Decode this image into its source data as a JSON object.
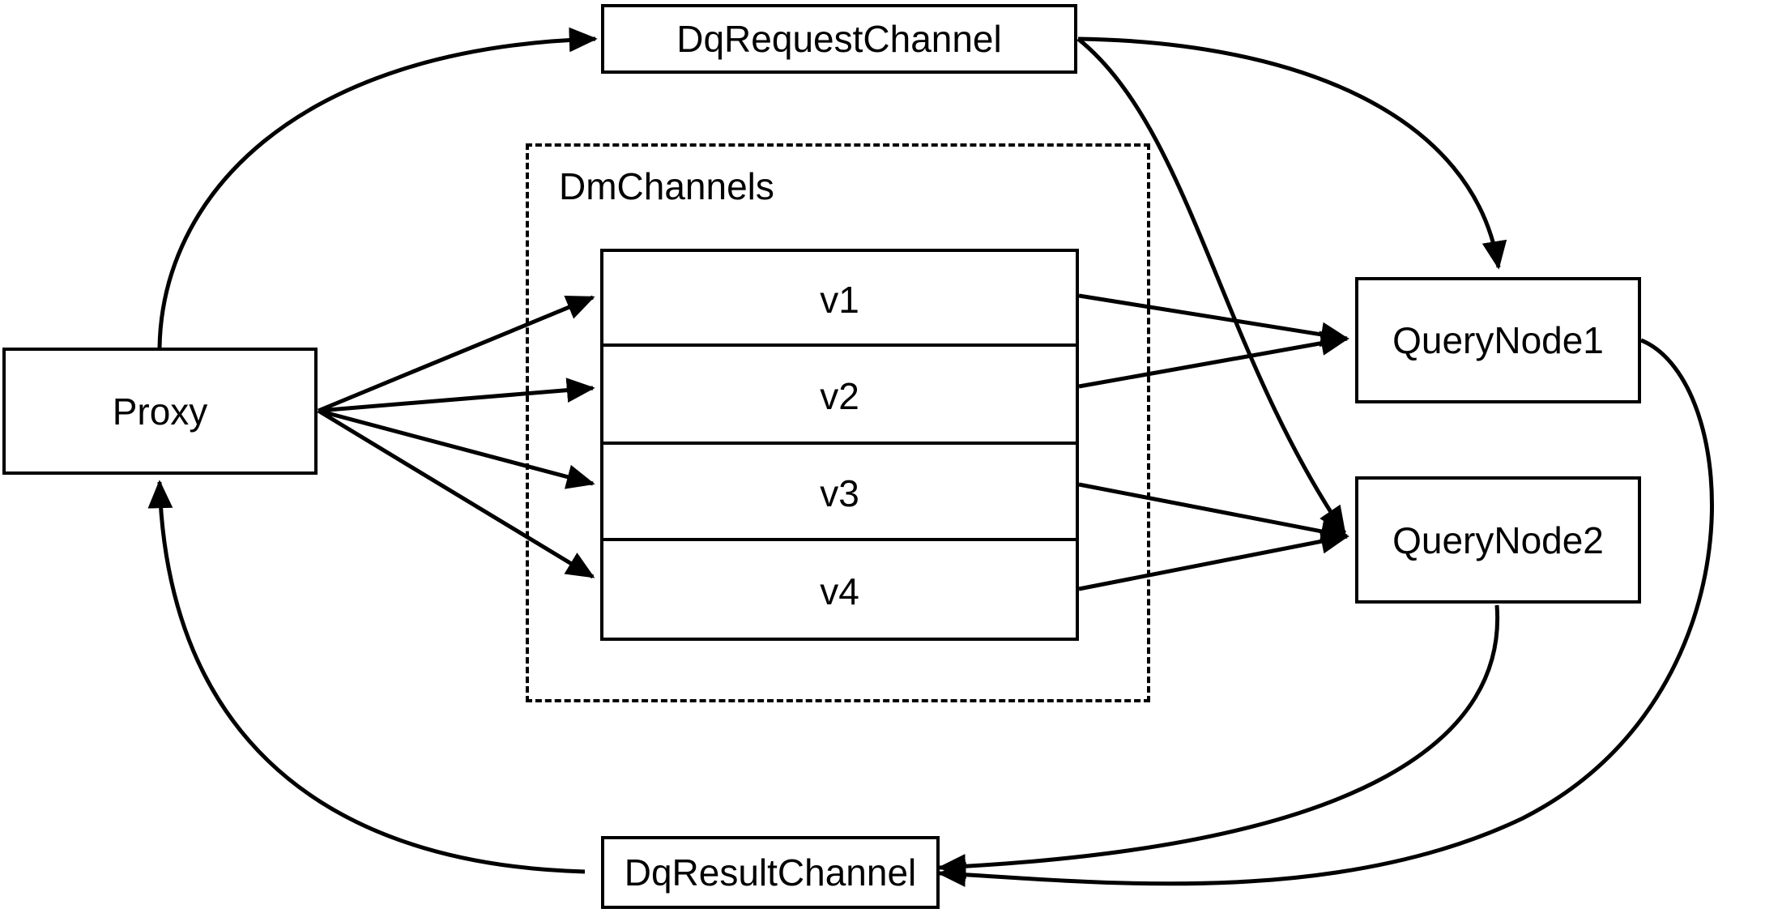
{
  "diagram": {
    "title": "Milvus distributed query channel topology",
    "background_color": "#ffffff",
    "stroke_color": "#000000",
    "nodes": {
      "proxy": {
        "label": "Proxy"
      },
      "dq_request_channel": {
        "label": "DqRequestChannel"
      },
      "dq_result_channel": {
        "label": "DqResultChannel"
      },
      "query_node_1": {
        "label": "QueryNode1"
      },
      "query_node_2": {
        "label": "QueryNode2"
      }
    },
    "group": {
      "label": "DmChannels",
      "style": "dashed",
      "channels": [
        {
          "label": "v1"
        },
        {
          "label": "v2"
        },
        {
          "label": "v3"
        },
        {
          "label": "v4"
        }
      ]
    },
    "edges": [
      {
        "from": "Proxy",
        "to": "DqRequestChannel"
      },
      {
        "from": "Proxy",
        "to": "v1"
      },
      {
        "from": "Proxy",
        "to": "v2"
      },
      {
        "from": "Proxy",
        "to": "v3"
      },
      {
        "from": "Proxy",
        "to": "v4"
      },
      {
        "from": "DqRequestChannel",
        "to": "QueryNode1"
      },
      {
        "from": "DqRequestChannel",
        "to": "QueryNode2"
      },
      {
        "from": "v1",
        "to": "QueryNode1"
      },
      {
        "from": "v2",
        "to": "QueryNode1"
      },
      {
        "from": "v3",
        "to": "QueryNode2"
      },
      {
        "from": "v4",
        "to": "QueryNode2"
      },
      {
        "from": "QueryNode1",
        "to": "DqResultChannel"
      },
      {
        "from": "QueryNode2",
        "to": "DqResultChannel"
      },
      {
        "from": "DqResultChannel",
        "to": "Proxy"
      }
    ]
  }
}
